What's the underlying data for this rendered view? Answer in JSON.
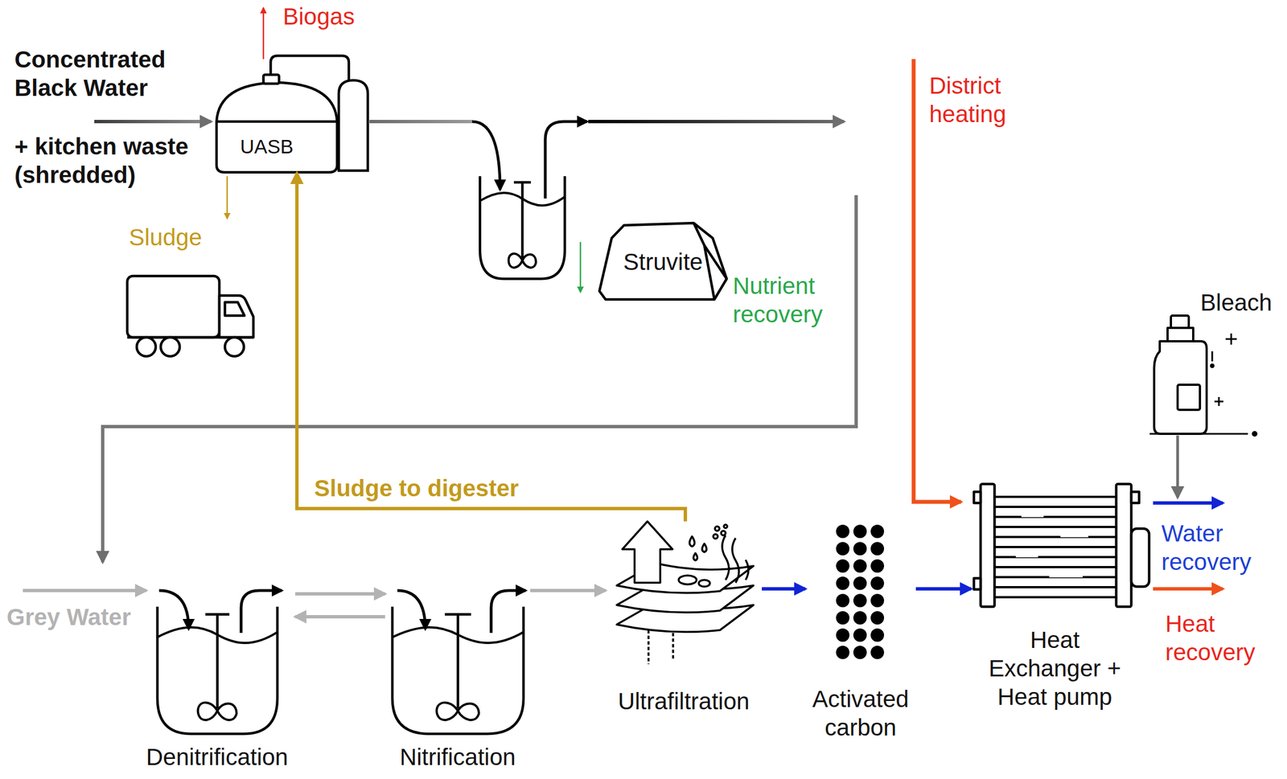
{
  "diagram": {
    "nodes": [
      {
        "text": [
          "UASB"
        ]
      },
      {
        "text": [
          "Struvite"
        ]
      },
      {
        "text": [
          "Bleach"
        ]
      },
      {
        "text": [
          "Denitrification"
        ]
      },
      {
        "text": [
          "Nitrification"
        ]
      },
      {
        "text": [
          "Ultrafiltration"
        ]
      },
      {
        "text": [
          "Activated carbon"
        ]
      },
      {
        "text": [
          "Heat Exchanger + Heat pump"
        ]
      }
    ],
    "edges": [
      {
        "from": 3,
        "to": 4,
        "arrow": "to"
      },
      {
        "from": 4,
        "to": 3,
        "arrow": "to"
      },
      {
        "from": 4,
        "to": 5,
        "arrow": "to"
      },
      {
        "from": 5,
        "to": 6,
        "arrow": "to"
      },
      {
        "from": 6,
        "to": 7,
        "arrow": "to"
      },
      {
        "from": 5,
        "to": 0,
        "label": "Sludge to digester",
        "arrow": "to"
      }
    ],
    "labels": [
      "Concentrated Black Water",
      "+ kitchen waste (shredded)",
      "Biogas",
      "Sludge",
      "Nutrient recovery",
      "District heating",
      "Grey Water",
      "Water recovery",
      "Heat recovery"
    ]
  }
}
